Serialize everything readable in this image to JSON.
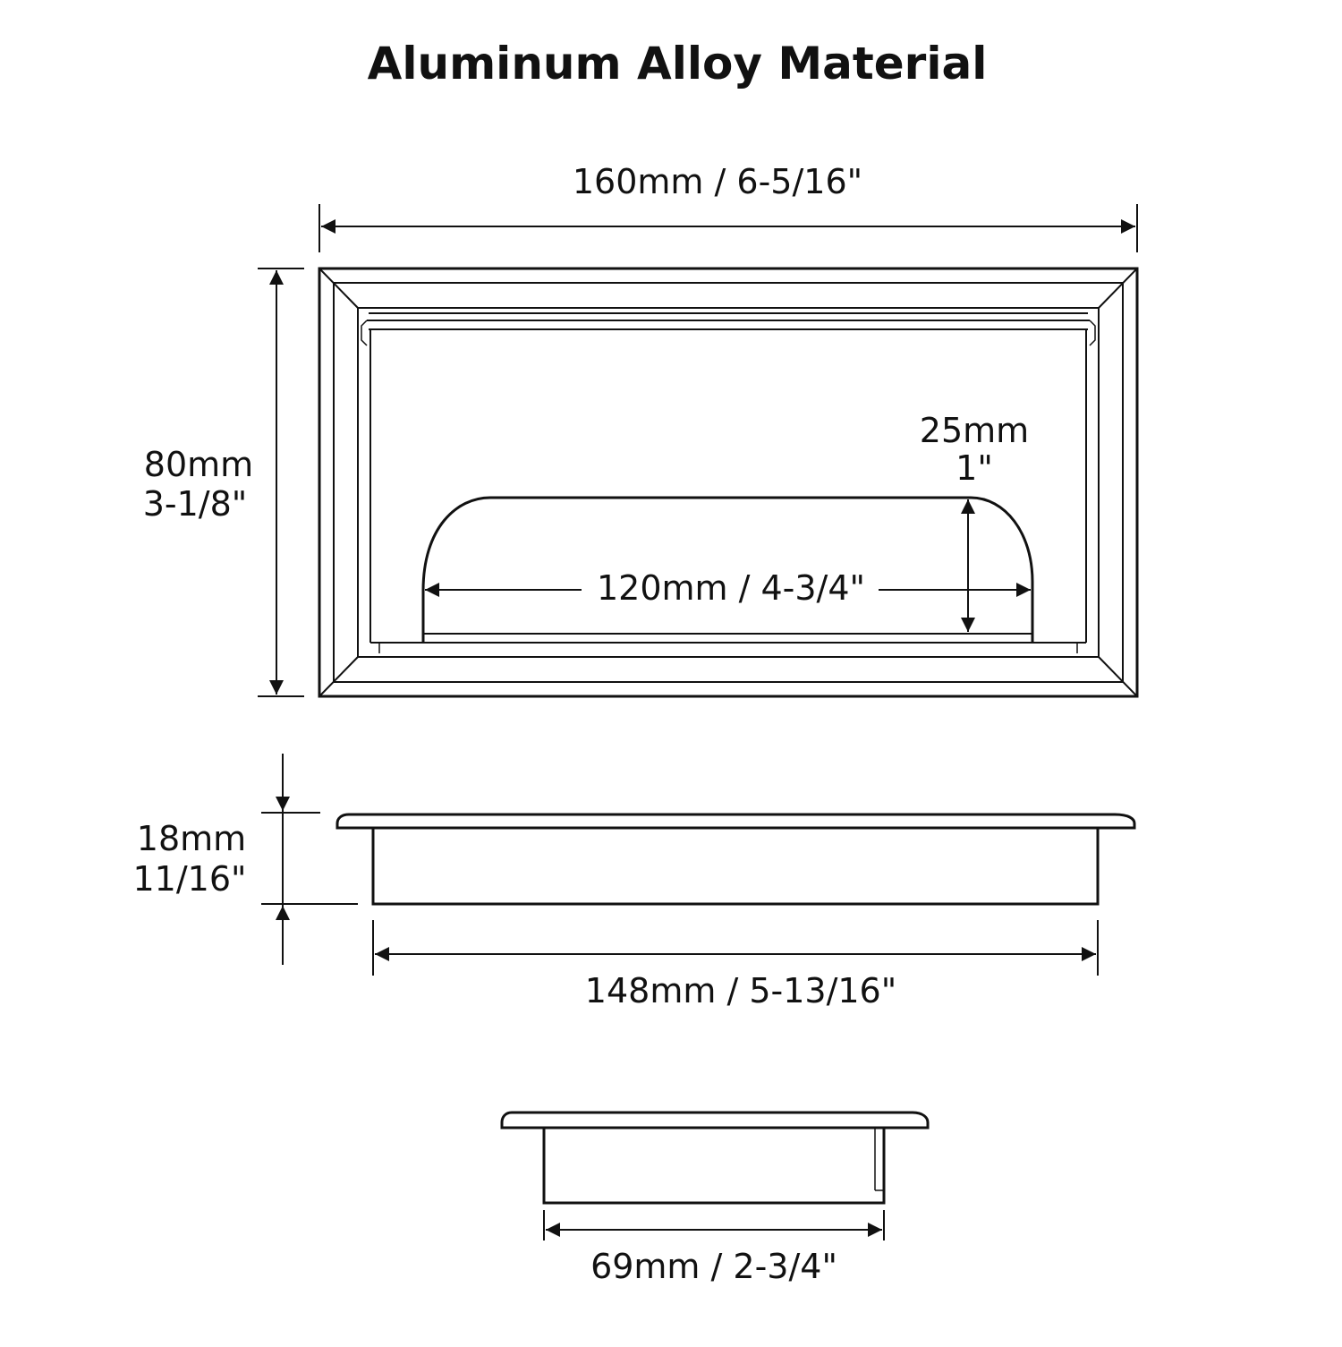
{
  "title": "Aluminum Alloy Material",
  "colors": {
    "line": "#111111",
    "background": "#ffffff"
  },
  "dimensions": {
    "overall_length": "160mm / 6-5/16\"",
    "overall_width_mm": "80mm",
    "overall_width_in": "3-1/8\"",
    "slot_depth_mm": "25mm",
    "slot_depth_in": "1\"",
    "slot_length": "120mm / 4-3/4\"",
    "height_mm": "18mm",
    "height_in": "11/16\"",
    "body_length": "148mm / 5-13/16\"",
    "body_width": "69mm / 2-3/4\""
  }
}
